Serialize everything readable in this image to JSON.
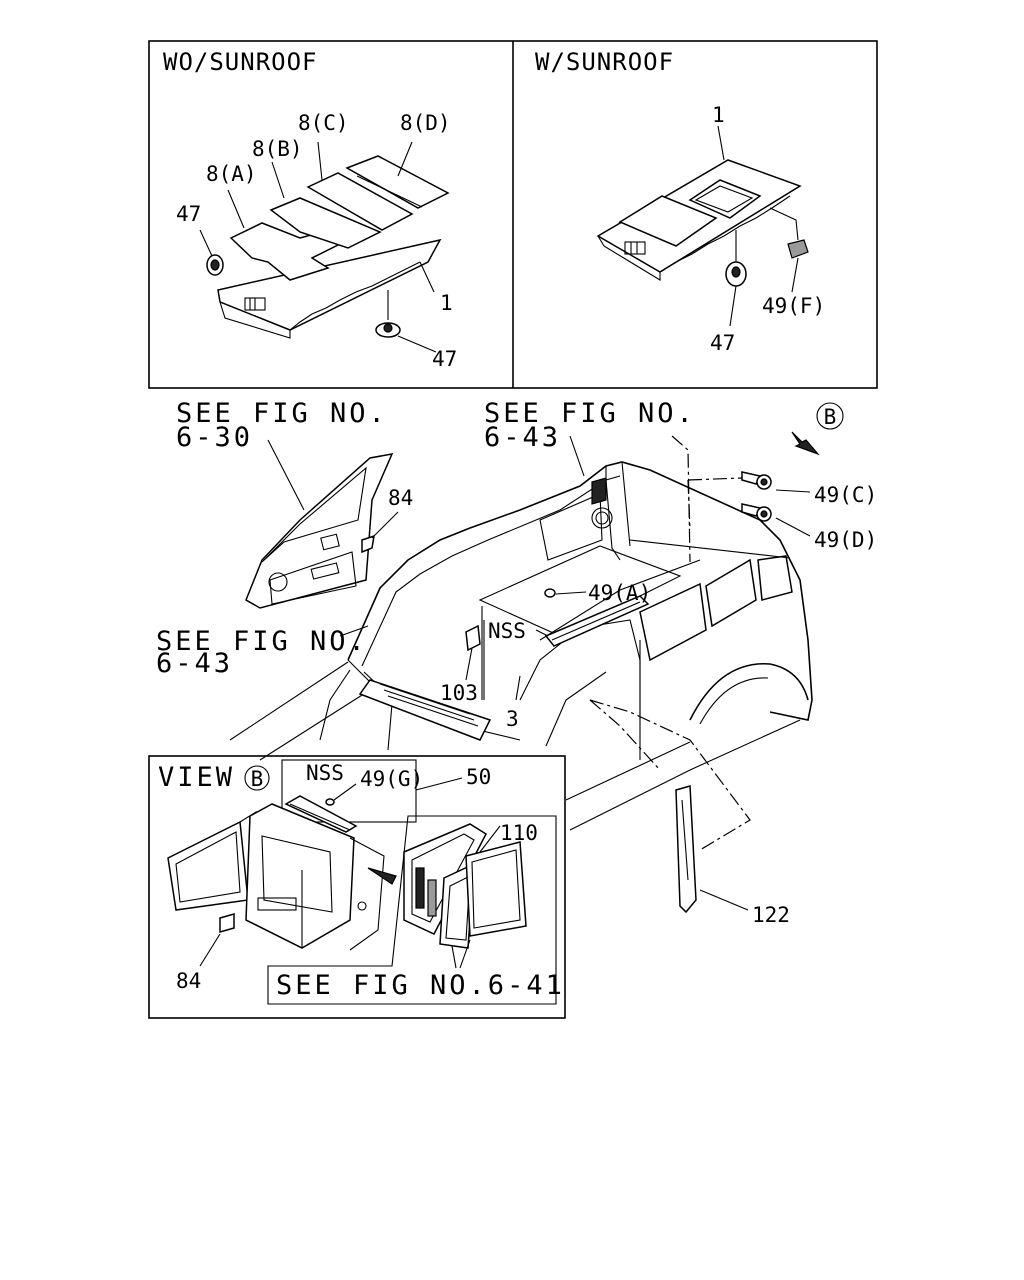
{
  "panels": {
    "wo_sunroof": {
      "title": "WO/SUNROOF",
      "callouts": [
        "8(D)",
        "8(C)",
        "8(B)",
        "8(A)",
        "47",
        "1",
        "47"
      ]
    },
    "w_sunroof": {
      "title": "W/SUNROOF",
      "callouts": [
        "1",
        "49(F)",
        "47"
      ]
    },
    "view_b": {
      "title": "VIEW",
      "view_marker": "B",
      "callouts": [
        "NSS",
        "49(G)",
        "50",
        "110",
        "84"
      ],
      "see_fig": "SEE FIG NO.6-41"
    }
  },
  "main": {
    "see_fig_a": [
      "SEE FIG NO.",
      "6-30"
    ],
    "see_fig_b": [
      "SEE FIG NO.",
      "6-43"
    ],
    "see_fig_c": [
      "SEE FIG NO.",
      "6-43"
    ],
    "view_arrow_marker": "B",
    "callouts": {
      "c84": "84",
      "c49c": "49(C)",
      "c49d": "49(D)",
      "c49a": "49(A)",
      "nss": "NSS",
      "c103": "103",
      "c3": "3",
      "c122": "122"
    }
  }
}
